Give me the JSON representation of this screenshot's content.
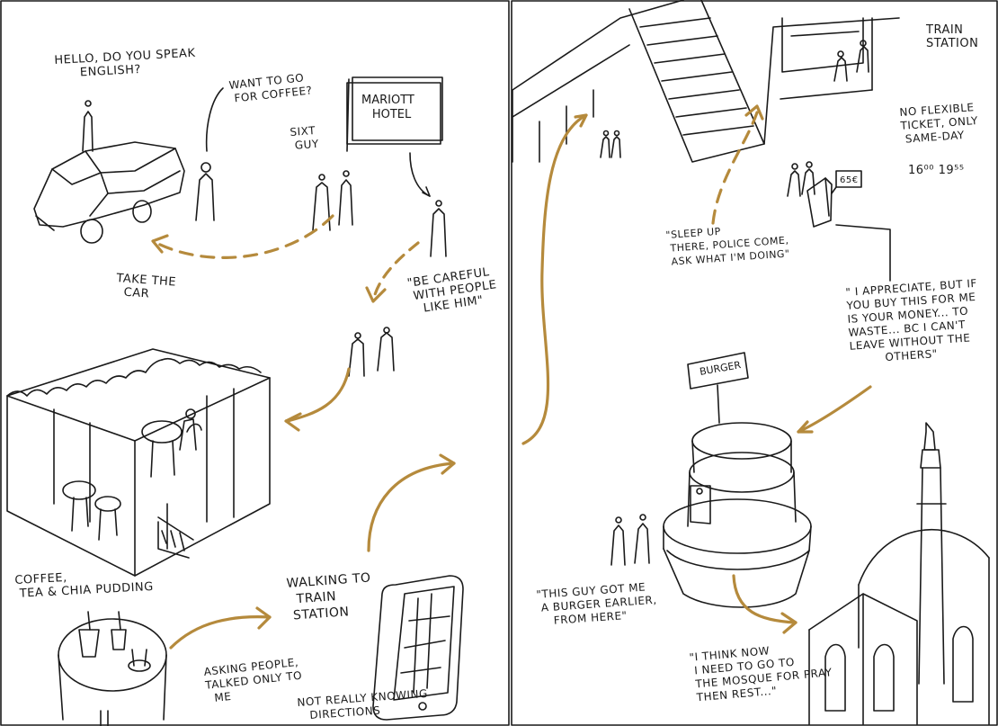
{
  "colors": {
    "ink": "#1a1a1a",
    "accent": "#b58a3c",
    "panel_border": "#1a1a1a",
    "paper": "#ffffff"
  },
  "left_panel": {
    "notes": {
      "hello": "Hello, do you speak\n      English?",
      "coffee_offer": "Want to go\n for coffee?",
      "sixt_guy": "SIXT\n GUY",
      "hotel_sign": "MARIOTT\n  HOTEL",
      "take_car": "Take the\n  car",
      "be_careful": "\"Be careful\n with people\n   like him\"",
      "cafe_order": "Coffee,\n tea & chia pudding",
      "walking": "Walking to\n  train\n station",
      "asking_people": "Asking people,\ntalked only to\n  me",
      "not_knowing": "Not really knowing\n   directions"
    }
  },
  "right_panel": {
    "notes": {
      "train_station": "Train\nstation",
      "no_ticket": "No flexible\nticket, only\n same-day",
      "times": "16⁰⁰ 19⁵⁵",
      "ticket_machine": "65€",
      "sleep_up": "\"Sleep up\n there, police come,\n ask what I'm doing\"",
      "appreciate": "\" I appreciate, but if\nyou buy this for me\nis your money... to\nwaste... bc I can't\nleave without the\n         others\"",
      "burger_sign": "BURGER",
      "burger_guy": "\"This guy got me\n a burger earlier,\n    from here\"",
      "mosque_note": "\"I think now\n I need to go to\n the mosque for pray\n then rest...\""
    }
  }
}
